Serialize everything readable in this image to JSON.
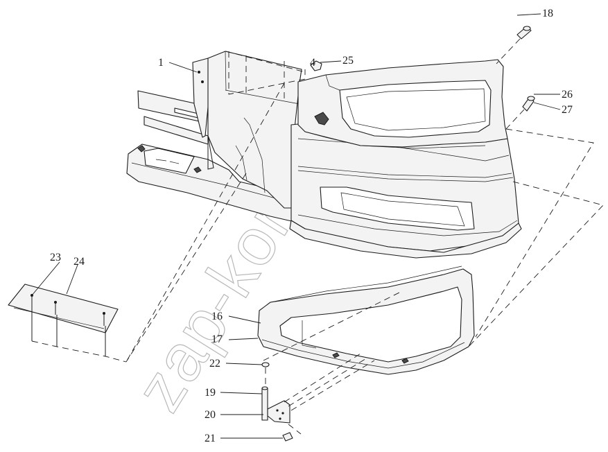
{
  "watermark": "zap-kom.ru",
  "callouts": [
    {
      "id": "1",
      "text": "1"
    },
    {
      "id": "4",
      "text": "4"
    },
    {
      "id": "16",
      "text": "16"
    },
    {
      "id": "17",
      "text": "17"
    },
    {
      "id": "18",
      "text": "18"
    },
    {
      "id": "19",
      "text": "19"
    },
    {
      "id": "20",
      "text": "20"
    },
    {
      "id": "21",
      "text": "21"
    },
    {
      "id": "22",
      "text": "22"
    },
    {
      "id": "23",
      "text": "23"
    },
    {
      "id": "24",
      "text": "24"
    },
    {
      "id": "25",
      "text": "25"
    },
    {
      "id": "26",
      "text": "26"
    },
    {
      "id": "27",
      "text": "27"
    }
  ],
  "colors": {
    "line": "#1a1a1a",
    "fill": "#f3f3f3",
    "watermark": "#b8b8b8"
  }
}
